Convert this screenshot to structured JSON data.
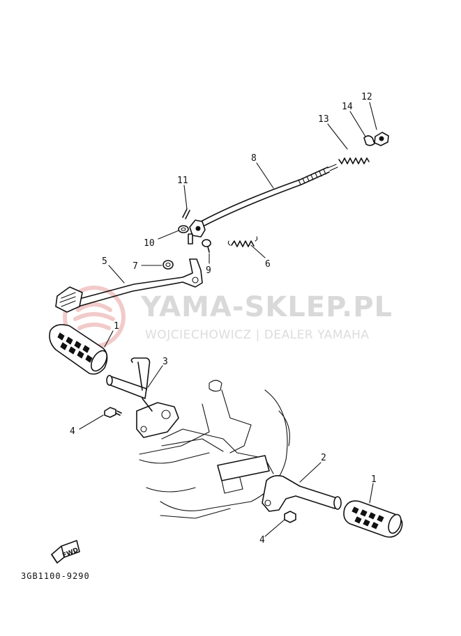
{
  "watermark": {
    "title": "YAMA-SKLEP.PL",
    "subtitle": "WOJCIECHOWICZ | DEALER YAMAHA",
    "logo_color": "#e8a0a0",
    "text_color": "#d9d9d9"
  },
  "callouts": [
    {
      "id": "c12a",
      "number": "12"
    },
    {
      "id": "c14",
      "number": "14"
    },
    {
      "id": "c13",
      "number": "13"
    },
    {
      "id": "c8",
      "number": "8"
    },
    {
      "id": "c11",
      "number": "11"
    },
    {
      "id": "c10",
      "number": "10"
    },
    {
      "id": "c9",
      "number": "9"
    },
    {
      "id": "c6",
      "number": "6"
    },
    {
      "id": "c7",
      "number": "7"
    },
    {
      "id": "c5",
      "number": "5"
    },
    {
      "id": "c1a",
      "number": "1"
    },
    {
      "id": "c3",
      "number": "3"
    },
    {
      "id": "c4a",
      "number": "4"
    },
    {
      "id": "c2",
      "number": "2"
    },
    {
      "id": "c1b",
      "number": "1"
    },
    {
      "id": "c4b",
      "number": "4"
    }
  ],
  "direction_badge": "FWD",
  "diagram_code": "3GB1100-9290"
}
